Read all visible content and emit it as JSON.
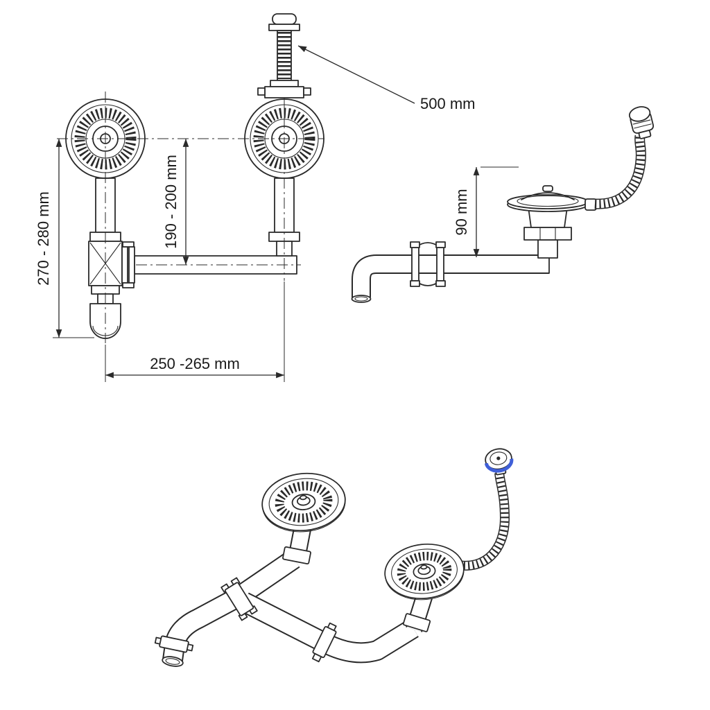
{
  "diagram": {
    "subject": "sink-drain-waste-kit-technical-drawing",
    "dims": {
      "total_height": "270 - 280 mm",
      "mid_height": "190 - 200 mm",
      "width": "250 -265 mm",
      "rod_length": "500 mm",
      "overflow_height": "90 mm"
    },
    "colors": {
      "line": "#2a2a2a",
      "accent_blue": "#3f5fd8",
      "background": "#ffffff"
    }
  }
}
